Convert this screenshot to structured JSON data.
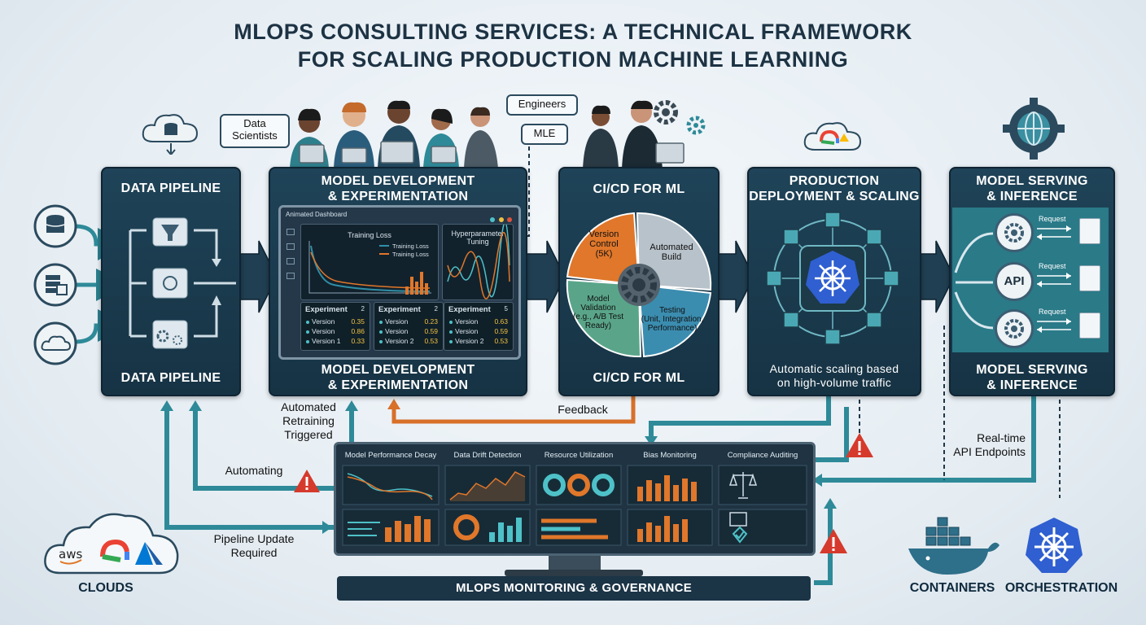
{
  "title_line1": "MLOPS CONSULTING SERVICES: A TECHNICAL FRAMEWORK",
  "title_line2": "FOR SCALING PRODUCTION MACHINE LEARNING",
  "labels": {
    "data_scientists": "Data\nScientists",
    "engineers": "Engineers",
    "mle": "MLE",
    "feedback": "Feedback",
    "automated_retraining": "Automated\nRetraining\nTriggered",
    "automating": "Automating",
    "pipeline_update": "Pipeline Update\nRequired",
    "realtime_api": "Real-time\nAPI Endpoints",
    "clouds": "CLOUDS",
    "containers": "CONTAINERS",
    "orchestration": "ORCHESTRATION",
    "aws": "aws"
  },
  "panels": {
    "data_pipeline_top": "DATA PIPELINE",
    "data_pipeline_bottom": "DATA PIPELINE",
    "model_dev_top": "MODEL DEVELOPMENT\n& EXPERIMENTATION",
    "model_dev_bottom": "MODEL DEVELOPMENT\n& EXPERIMENTATION",
    "cicd_top": "CI/CD FOR ML",
    "cicd_bottom": "CI/CD FOR ML",
    "prod_top": "PRODUCTION\nDEPLOYMENT & SCALING",
    "prod_bottom": "Automatic scaling based\non high-volume traffic",
    "serving_top": "MODEL SERVING\n& INFERENCE",
    "serving_bottom": "MODEL SERVING\n& INFERENCE"
  },
  "dashboard": {
    "title": "Animated Dashboard",
    "training_loss_title": "Training Loss",
    "legend1": "Training Loss",
    "legend2": "Training Loss",
    "hyper_title": "Hyperparameter\nTuning",
    "experiments": [
      {
        "head": "Experiment",
        "mark": "2",
        "rows": [
          [
            "Version",
            "0.35"
          ],
          [
            "Version",
            "0.86"
          ],
          [
            "Version 1",
            "0.33"
          ]
        ]
      },
      {
        "head": "Experiment",
        "mark": "2",
        "rows": [
          [
            "Version",
            "0.23"
          ],
          [
            "Version",
            "0.59"
          ],
          [
            "Version 2",
            "0.53"
          ]
        ]
      },
      {
        "head": "Experiment",
        "mark": "5",
        "rows": [
          [
            "Version",
            "0.63"
          ],
          [
            "Version",
            "0.59"
          ],
          [
            "Version 2",
            "0.53"
          ]
        ]
      }
    ]
  },
  "cicd_cycle": {
    "version_control": "Version\nControl\n(5K)",
    "automated_build": "Automated\nBuild",
    "model_validation": "Model\nValidation\n(e.g., A/B Test\nReady)",
    "testing": "Testing\n(Unit, Integration,\nPerformance)"
  },
  "serving": {
    "request1": "Request",
    "request2": "Request",
    "request3": "Request",
    "api": "API"
  },
  "monitoring": {
    "headers": [
      "Model Performance Decay",
      "Data Drift Detection",
      "Resource Utilization",
      "Bias Monitoring",
      "Compliance Auditing"
    ],
    "footer": "MLOPS MONITORING & GOVERNANCE"
  },
  "colors": {
    "panel": "#1f4358",
    "teal": "#2e8a98",
    "orange": "#e0772a",
    "k8s_blue": "#2f5fd0"
  }
}
